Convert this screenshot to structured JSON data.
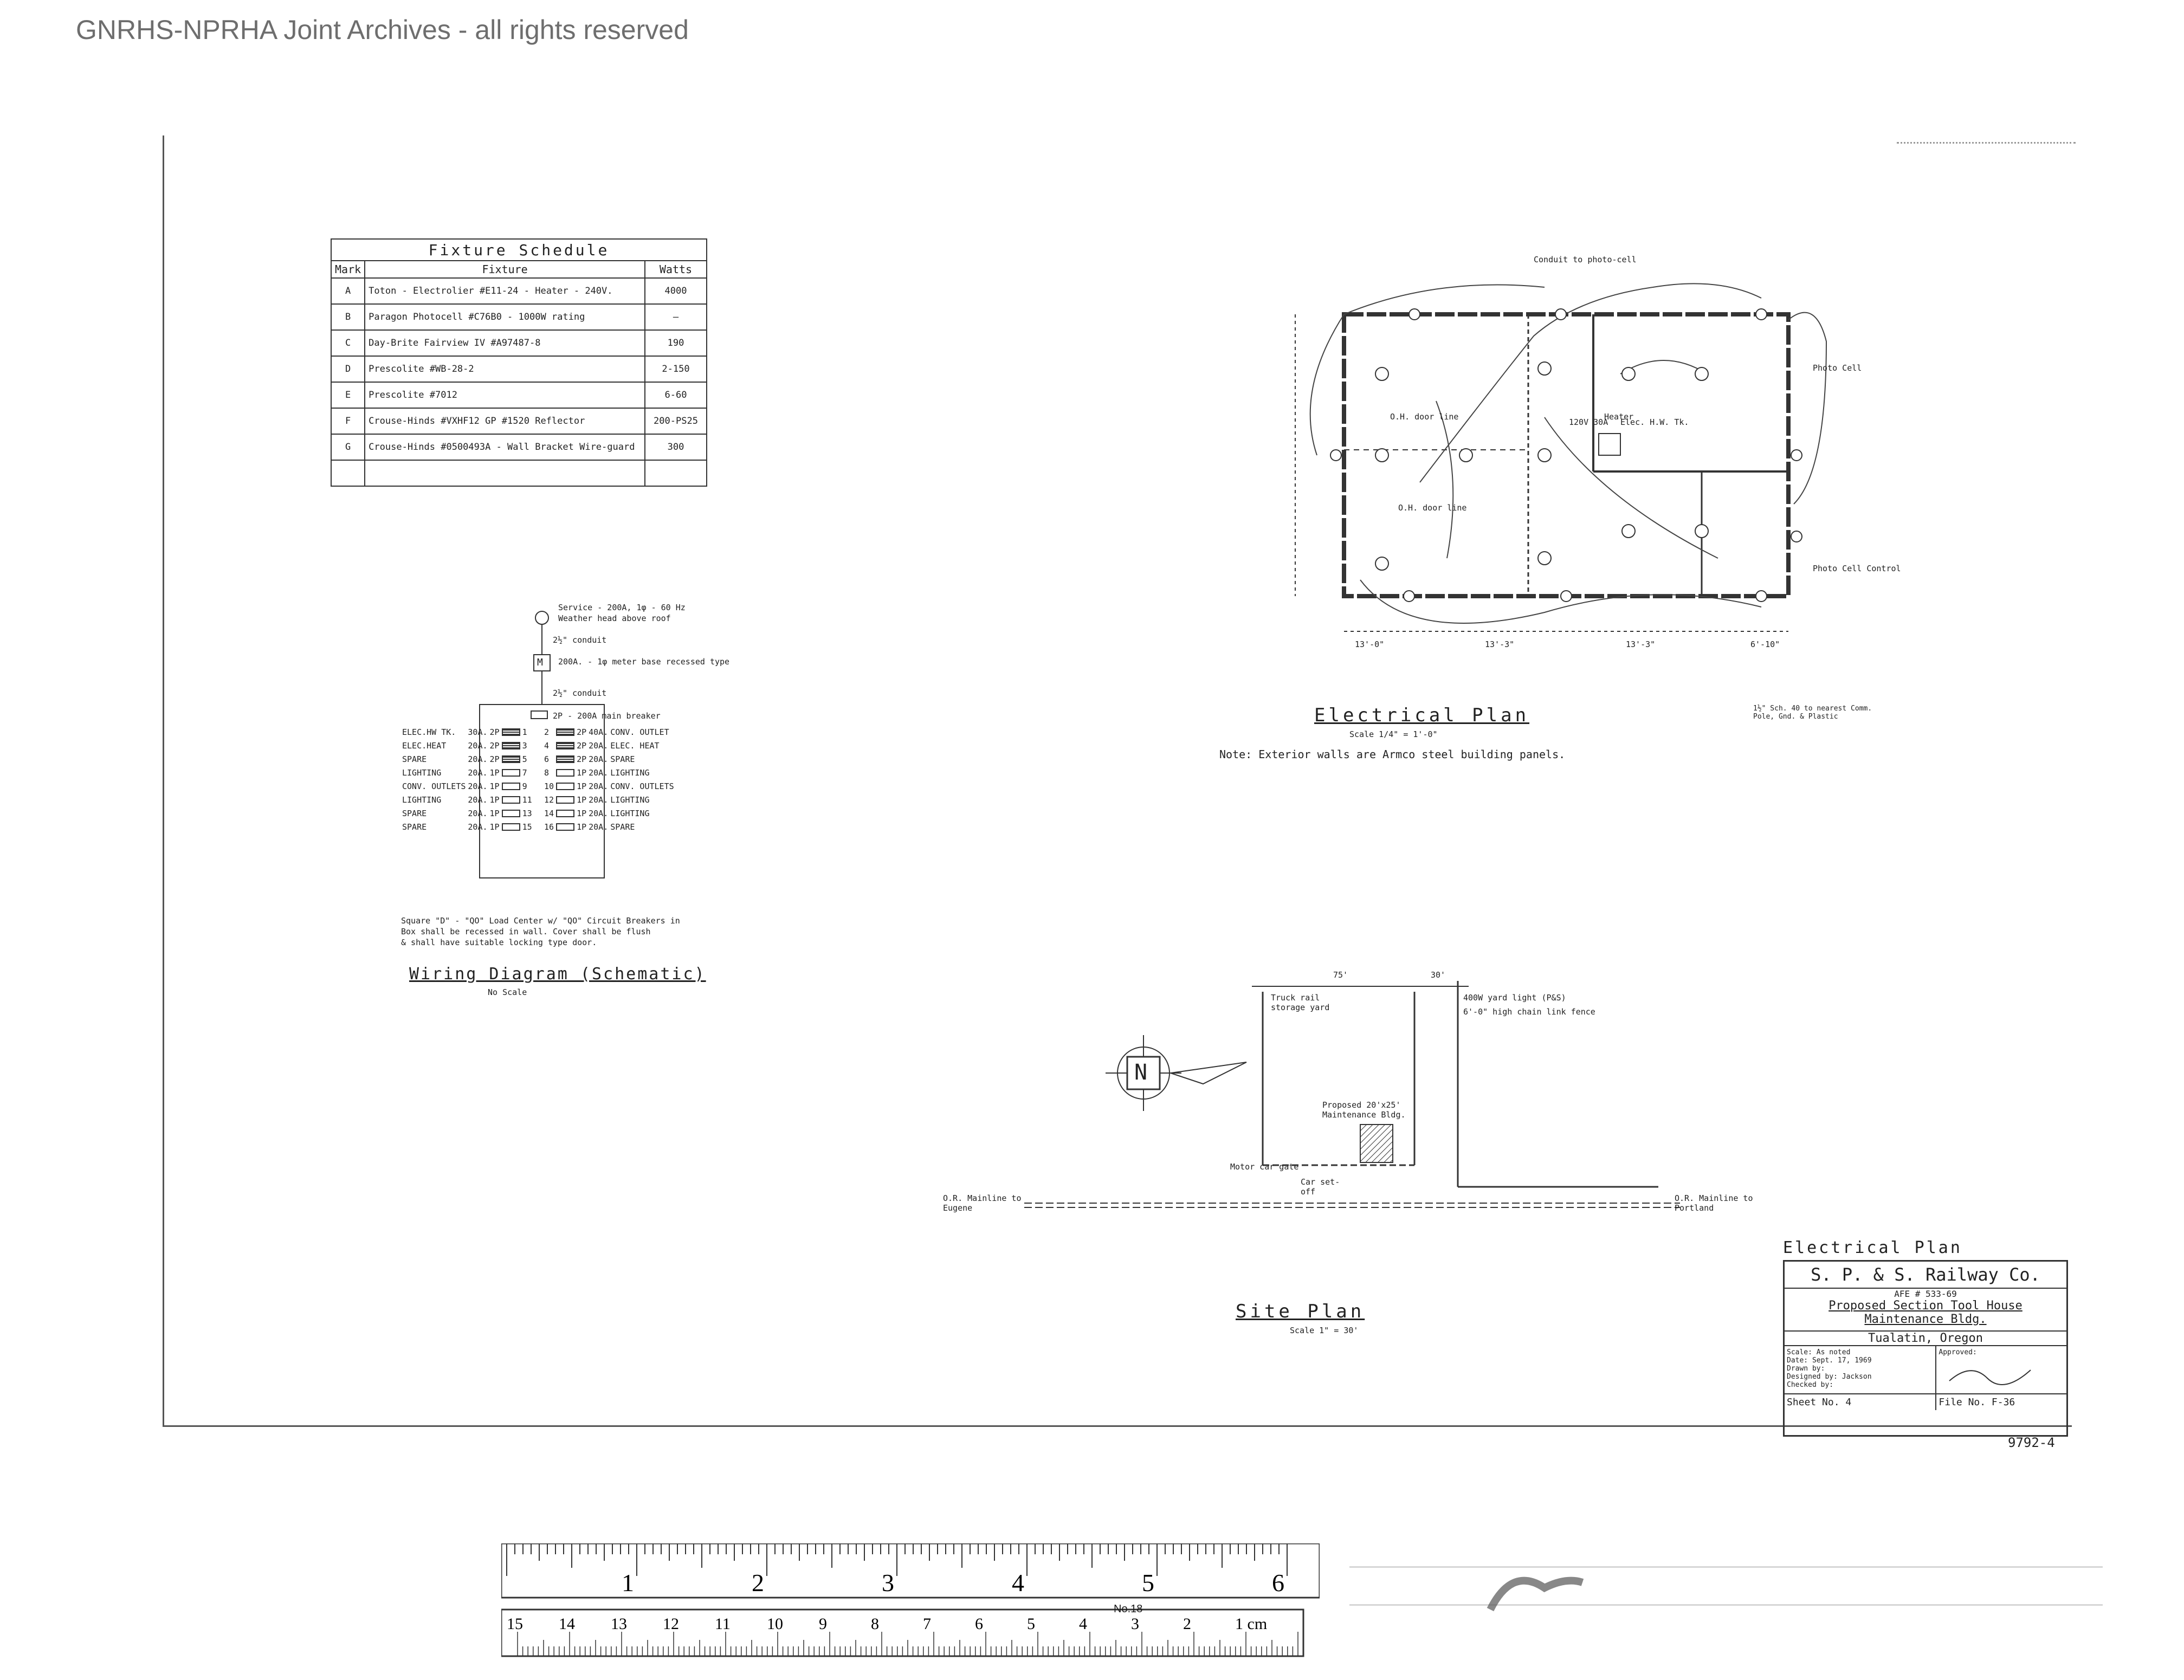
{
  "watermark": "GNRHS-NPRHA Joint Archives - all rights reserved",
  "fixture_schedule": {
    "title": "Fixture Schedule",
    "header_mark": "Mark",
    "header_fixture": "Fixture",
    "header_watts": "Watts",
    "rows": [
      {
        "mark": "A",
        "fixture": "Toton - Electrolier #E11-24 - Heater - 240V.",
        "watts": "4000"
      },
      {
        "mark": "B",
        "fixture": "Paragon Photocell #C76B0 - 1000W rating",
        "watts": "—"
      },
      {
        "mark": "C",
        "fixture": "Day-Brite Fairview IV #A97487-8",
        "watts": "190"
      },
      {
        "mark": "D",
        "fixture": "Prescolite #WB-28-2",
        "watts": "2-150"
      },
      {
        "mark": "E",
        "fixture": "Prescolite #7012",
        "watts": "6-60"
      },
      {
        "mark": "F",
        "fixture": "Crouse-Hinds #VXHF12 GP #1520 Reflector",
        "watts": "200-PS25"
      },
      {
        "mark": "G",
        "fixture": "Crouse-Hinds #0500493A - Wall Bracket Wire-guard",
        "watts": "300"
      }
    ]
  },
  "wiring": {
    "service": "Service - 200A, 1φ - 60 Hz",
    "service2": "Weather head above roof",
    "conduit1": "2½\" conduit",
    "meter": "200A. - 1φ meter base recessed type",
    "meter_label": "M",
    "conduit2": "2½\" conduit",
    "main": "2P - 200A main breaker",
    "left": [
      {
        "name": "ELEC.HW TK.",
        "amp": "30A.",
        "pole": "2P",
        "num": "1",
        "heavy": true
      },
      {
        "name": "ELEC.HEAT",
        "amp": "20A.",
        "pole": "2P",
        "num": "3",
        "heavy": true
      },
      {
        "name": "SPARE",
        "amp": "20A.",
        "pole": "2P",
        "num": "5",
        "heavy": true
      },
      {
        "name": "LIGHTING",
        "amp": "20A.",
        "pole": "1P",
        "num": "7",
        "heavy": false
      },
      {
        "name": "CONV. OUTLETS",
        "amp": "20A.",
        "pole": "1P",
        "num": "9",
        "heavy": false
      },
      {
        "name": "LIGHTING",
        "amp": "20A.",
        "pole": "1P",
        "num": "11",
        "heavy": false
      },
      {
        "name": "SPARE",
        "amp": "20A.",
        "pole": "1P",
        "num": "13",
        "heavy": false
      },
      {
        "name": "SPARE",
        "amp": "20A.",
        "pole": "1P",
        "num": "15",
        "heavy": false
      }
    ],
    "right": [
      {
        "num": "2",
        "pole": "2P",
        "amp": "40A.",
        "name": "CONV. OUTLET",
        "heavy": true
      },
      {
        "num": "4",
        "pole": "2P",
        "amp": "20A.",
        "name": "ELEC. HEAT",
        "heavy": true
      },
      {
        "num": "6",
        "pole": "2P",
        "amp": "20A.",
        "name": "SPARE",
        "heavy": true
      },
      {
        "num": "8",
        "pole": "1P",
        "amp": "20A.",
        "name": "LIGHTING",
        "heavy": false
      },
      {
        "num": "10",
        "pole": "1P",
        "amp": "20A.",
        "name": "CONV. OUTLETS",
        "heavy": false
      },
      {
        "num": "12",
        "pole": "1P",
        "amp": "20A.",
        "name": "LIGHTING",
        "heavy": false
      },
      {
        "num": "14",
        "pole": "1P",
        "amp": "20A.",
        "name": "LIGHTING",
        "heavy": false
      },
      {
        "num": "16",
        "pole": "1P",
        "amp": "20A.",
        "name": "SPARE",
        "heavy": false
      }
    ],
    "note1": "Square \"D\" - \"QO\" Load Center w/ \"QO\" Circuit Breakers in",
    "note2": "Box shall be recessed in wall. Cover shall be flush",
    "note3": "& shall have suitable locking type door.",
    "title": "Wiring Diagram (Schematic)",
    "scale": "No Scale"
  },
  "electrical_plan": {
    "title": "Electrical Plan",
    "scale": "Scale 1/4\" = 1'-0\"",
    "note": "Note: Exterior walls are Armco steel building panels.",
    "callout_photocell": "Conduit to photo-cell",
    "callout_conduit": "1½\" Sch. 40 to nearest Comm. Pole, Gnd. & Plastic",
    "labels": {
      "oh_door1": "O.H. door line",
      "oh_door2": "O.H. door line",
      "panel": "120V 30A",
      "hw": "Elec. H.W. Tk.",
      "dims_bottom": [
        "13'-0\"",
        "13'-3\"",
        "13'-3\"",
        "6'-10\""
      ],
      "photo_cell": "Photo Cell",
      "photo_cell2": "Photo Cell Control",
      "heat": "Heater"
    }
  },
  "site_plan": {
    "title": "Site Plan",
    "scale": "Scale 1\" = 30'",
    "dim1": "75'",
    "dim2": "30'",
    "truck": "Truck rail storage yard",
    "lights": "400W yard light (P&S)",
    "fence": "6'-0\" high chain link fence",
    "building": "Proposed 20'x25' Maintenance Bldg.",
    "gate": "Motor car gate",
    "car_set": "Car set-off",
    "mainline_left": "O.R. Mainline to Eugene",
    "mainline_right": "O.R. Mainline to Portland",
    "north": "N"
  },
  "title_block": {
    "line1": "Electrical Plan",
    "company": "S. P. & S. Railway Co.",
    "afe": "AFE # 533-69",
    "project1": "Proposed Section Tool House",
    "project2": "Maintenance Bldg.",
    "location": "Tualatin, Oregon",
    "scale": "Scale: As noted",
    "date": "Date: Sept. 17, 1969",
    "drawn": "Drawn by:",
    "designed": "Designed by: Jackson",
    "checked": "Checked by:",
    "approved": "Approved:",
    "sheet": "Sheet No. 4",
    "file": "File No. F-36",
    "number": "9792-4"
  },
  "ruler": {
    "top_numbers": [
      "1",
      "2",
      "3",
      "4",
      "5",
      "6"
    ],
    "bottom_numbers": [
      "15",
      "14",
      "13",
      "12",
      "11",
      "10",
      "9",
      "8",
      "7",
      "6",
      "5",
      "4",
      "3",
      "2",
      "1 cm"
    ],
    "model": "No.18"
  }
}
